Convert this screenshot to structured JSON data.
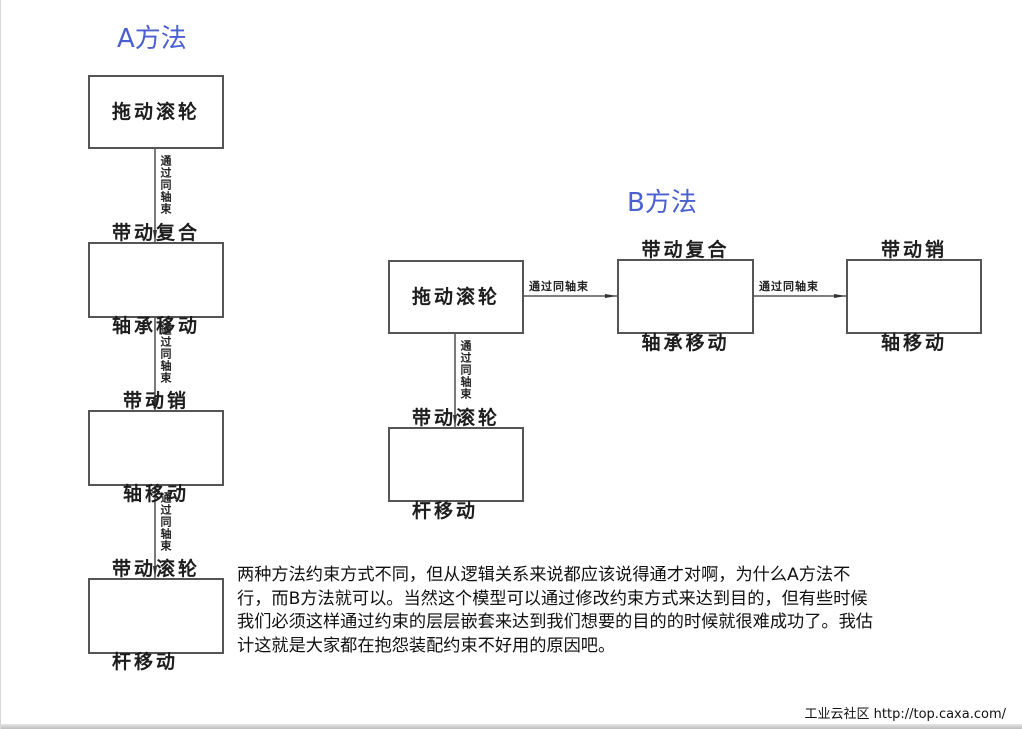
{
  "diagram": {
    "method_a": {
      "title": "A方法",
      "nodes": [
        {
          "lines": [
            "拖动滚轮"
          ]
        },
        {
          "lines": [
            "带动复合",
            "轴承移动"
          ]
        },
        {
          "lines": [
            "带动销",
            "轴移动"
          ]
        },
        {
          "lines": [
            "带动滚轮",
            "杆移动"
          ]
        }
      ],
      "edges": [
        {
          "from": 0,
          "to": 1,
          "label": "通过同轴束"
        },
        {
          "from": 1,
          "to": 2,
          "label": "通过同轴束"
        },
        {
          "from": 2,
          "to": 3,
          "label": "通过同轴束"
        }
      ]
    },
    "method_b": {
      "title": "B方法",
      "nodes": [
        {
          "lines": [
            "拖动滚轮"
          ]
        },
        {
          "lines": [
            "带动复合",
            "轴承移动"
          ]
        },
        {
          "lines": [
            "带动销",
            "轴移动"
          ]
        },
        {
          "lines": [
            "带动滚轮",
            "杆移动"
          ]
        }
      ],
      "edges": [
        {
          "from": 0,
          "to": 1,
          "label": "通过同轴束"
        },
        {
          "from": 1,
          "to": 2,
          "label": "通过同轴束"
        },
        {
          "from": 0,
          "to": 3,
          "label": "通过同轴束"
        }
      ]
    }
  },
  "description": {
    "lines": [
      "两种方法约束方式不同，但从逻辑关系来说都应该说得通才对啊，为什么A方法不",
      "行，而B方法就可以。当然这个模型可以通过修改约束方式来达到目的，但有些时候",
      "我们必须这样通过约束的层层嵌套来达到我们想要的目的的时候就很难成功了。我估",
      "计这就是大家都在抱怨装配约束不好用的原因吧。"
    ]
  },
  "footer": {
    "text": "工业云社区 http://top.caxa.com/"
  },
  "colors": {
    "title": "#4a5fd0",
    "box_border": "#555555",
    "line": "#333333"
  }
}
